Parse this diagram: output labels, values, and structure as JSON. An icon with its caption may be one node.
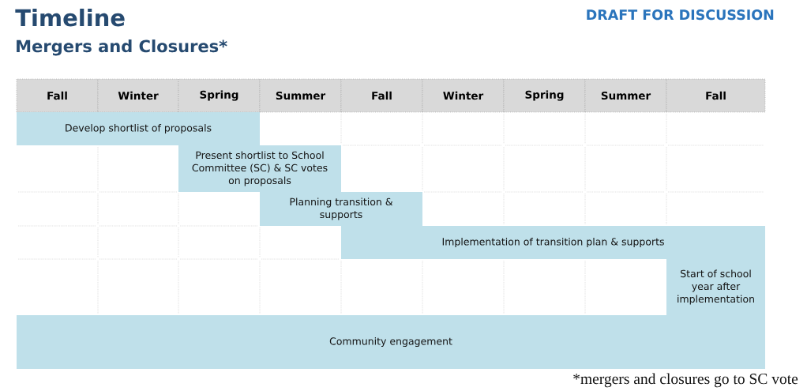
{
  "diagram": {
    "title": "Timeline",
    "nodes": [
      {
        "text": [
          "Fall"
        ]
      },
      {
        "text": [
          "Winter"
        ]
      },
      {
        "text": [
          "Spring"
        ]
      },
      {
        "text": [
          "Summer"
        ]
      },
      {
        "text": [
          "Fall"
        ]
      },
      {
        "text": [
          "Winter"
        ]
      },
      {
        "text": [
          "Spring"
        ]
      },
      {
        "text": [
          "Summer"
        ]
      },
      {
        "text": [
          "Fall"
        ]
      },
      {
        "text": [
          "Develop shortlist of proposals"
        ]
      },
      {
        "text": [
          "Present shortlist to School Committee (SC) & SC votes on proposals"
        ]
      },
      {
        "text": [
          "Planning transition & supports"
        ]
      },
      {
        "text": [
          "Implementation of transition plan & supports"
        ]
      },
      {
        "text": [
          "Start of school year after implementation"
        ]
      },
      {
        "text": [
          "Community engagement"
        ]
      }
    ],
    "labels": [
      "DRAFT FOR DISCUSSION",
      "Mergers and Closures*"
    ],
    "caption": "*mergers and closures go to SC vote"
  }
}
